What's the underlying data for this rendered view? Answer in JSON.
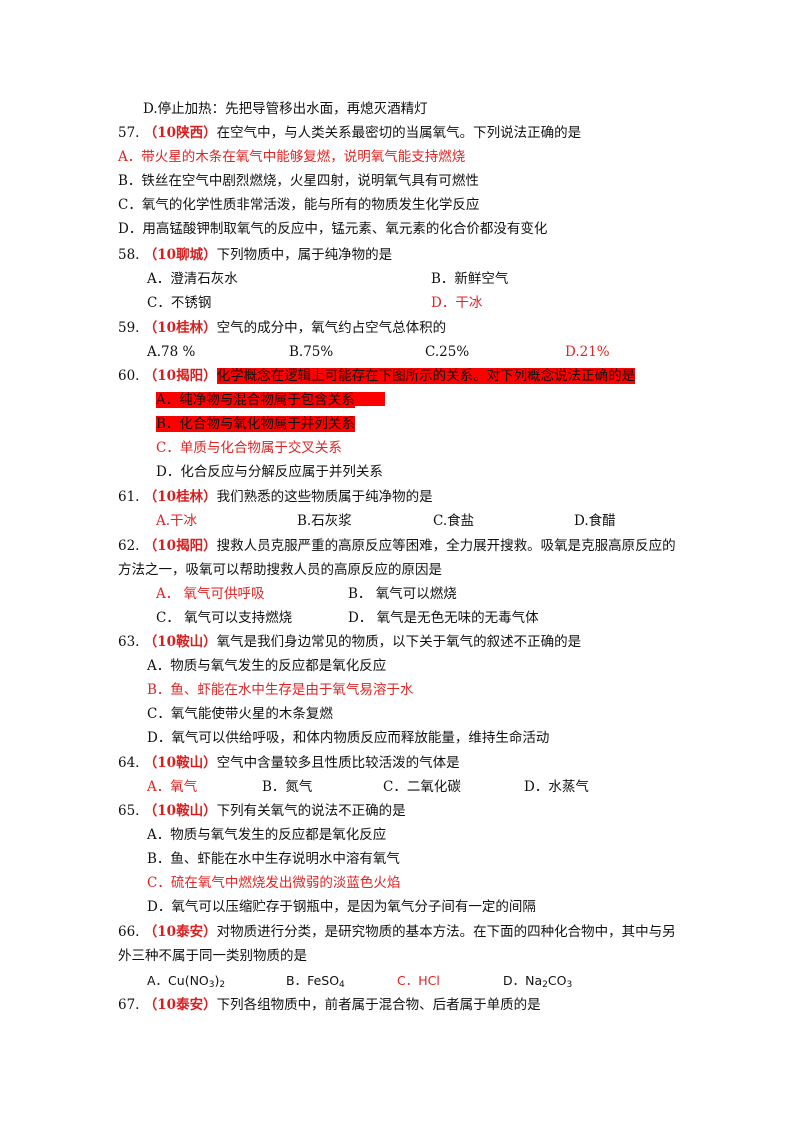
{
  "lines": [
    {
      "text": "D.停止加热：先把导管移出水面，再熄灭酒精灯"
    },
    {
      "num": "57.",
      "src": "（10陕西）",
      "text": "在空气中，与人类关系最密切的当属氧气。下列说法正确的是"
    },
    {
      "text": "A．带火星的木条在氧气中能够复燃，说明氧气能支持燃烧"
    },
    {
      "text": "B．铁丝在空气中剧烈燃烧，火星四射，说明氧气具有可燃性"
    },
    {
      "text": "C．氧气的化学性质非常活泼，能与所有的物质发生化学反应"
    },
    {
      "text": "D．用高锰酸钾制取氧气的反应中，锰元素、氧元素的化合价都没有变化"
    },
    {
      "num": "58.",
      "src": "（10聊城）",
      "text": "下列物质中，属于纯净物的是"
    },
    {
      "num": "59.",
      "src": "（10桂林）",
      "text": "空气的成分中，氧气约占空气总体积的"
    },
    {
      "num": "60.",
      "src": "（10揭阳）",
      "text": "化学概念在逻辑上可能存在下图所示的关系。对下列概念说法正确的是"
    },
    {
      "num": "61.",
      "src": "（10桂林）",
      "text": "我们熟悉的这些物质属于纯净物的是"
    },
    {
      "num": "62.",
      "src": "（10揭阳）",
      "text": "搜救人员克服严重的高原反应等困难，全力展开搜救。吸氧是克服高原反应的"
    },
    {
      "text": "方法之一，吸氧可以帮助搜救人员的高原反应的原因是"
    },
    {
      "num": "63.",
      "src": "（10鞍山）",
      "text": "氧气是我们身边常见的物质，以下关于氧气的叙述不正确的是"
    },
    {
      "num": "64.",
      "src": "（10鞍山）",
      "text": "空气中含量较多且性质比较活泼的气体是"
    },
    {
      "num": "65.",
      "src": "（10鞍山）",
      "text": "下列有关氧气的说法不正确的是"
    },
    {
      "num": "66.",
      "src": "（10泰安）",
      "text": "对物质进行分类，是研究物质的基本方法。在下面的四种化合物中，其中与另"
    },
    {
      "text": "外三种不属于同一类别物质的是"
    },
    {
      "num": "67.",
      "src": "（10泰安）",
      "text": "下列各组物质中，前者属于混合物、后者属于单质的是"
    }
  ],
  "q58": {
    "a": "A．澄清石灰水",
    "b": "B．新鲜空气",
    "c": "C．不锈钢",
    "d": "D．干冰"
  },
  "q59": {
    "a": "A.78 %",
    "b": "B.75%",
    "c": "C.25%",
    "d": "D.21%"
  },
  "q60": {
    "a_lbl": "A．",
    "a": "纯净物与混合物属于包含关系",
    "b_lbl": "B．",
    "b": "化合物与氧化物属于并列关系",
    "c": "C．单质与化合物属于交叉关系",
    "d": "D．化合反应与分解反应属于并列关系"
  },
  "q61": {
    "a": "A.干冰",
    "b": "B.石灰浆",
    "c": "C.食盐",
    "d": "D.食醋"
  },
  "q62": {
    "a": "A．  氧气可供呼吸",
    "b": "B．  氧气可以燃烧",
    "c": "C．  氧气可以支持燃烧",
    "d": "D．  氧气是无色无味的无毒气体"
  },
  "q63": {
    "a": "A．物质与氧气发生的反应都是氧化反应",
    "b": "B．鱼、虾能在水中生存是由于氧气易溶于水",
    "c": "C．氧气能使带火星的木条复燃",
    "d": "D．氧气可以供给呼吸，和体内物质反应而释放能量，维持生命活动"
  },
  "q64": {
    "a": "A．氧气",
    "b": "B．氮气",
    "c": "C．二氧化碳",
    "d": "D．水蒸气"
  },
  "q65": {
    "a": "A．物质与氧气发生的反应都是氧化反应",
    "b": "B．鱼、虾能在水中生存说明水中溶有氧气",
    "c": "C．硫在氧气中燃烧发出微弱的淡蓝色火焰",
    "d": "D．氧气可以压缩贮存于钢瓶中，是因为氧气分子间有一定的间隔"
  },
  "q66": {
    "a_pre": "A．Cu(NO",
    "a_sub1": "3",
    "a_mid": ")",
    "a_sub2": "2",
    "b_pre": "B．FeSO",
    "b_sub": "4",
    "c": "C．HCl",
    "d_pre": "D．Na",
    "d_sub1": "2",
    "d_mid": "CO",
    "d_sub2": "3"
  },
  "colors": {
    "answer": "#e32222",
    "highlight": "#ff0000",
    "text": "#111111"
  }
}
